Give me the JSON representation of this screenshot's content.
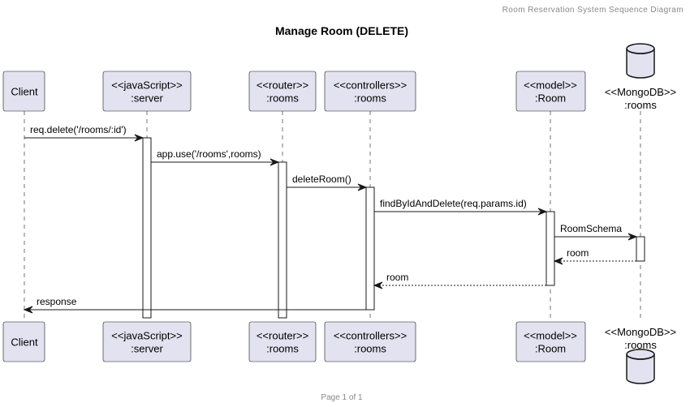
{
  "header": "Room Reservation System Sequence Diagram",
  "title": "Manage Room (DELETE)",
  "footer": "Page 1 of 1",
  "colors": {
    "participant_fill": "#e2e2f0",
    "participant_stroke": "#181818",
    "lifeline": "#181818",
    "text": "#000000",
    "header_text": "#888888"
  },
  "participants": [
    {
      "id": "client",
      "kind": "participant",
      "lines": [
        "Client"
      ]
    },
    {
      "id": "server",
      "kind": "participant",
      "lines": [
        "<<javaScript>>",
        ":server"
      ]
    },
    {
      "id": "router",
      "kind": "participant",
      "lines": [
        "<<router>>",
        ":rooms"
      ]
    },
    {
      "id": "controller",
      "kind": "participant",
      "lines": [
        "<<controllers>>",
        ":rooms"
      ]
    },
    {
      "id": "model",
      "kind": "participant",
      "lines": [
        "<<model>>",
        ":Room"
      ]
    },
    {
      "id": "db",
      "kind": "database",
      "lines": [
        "<<MongoDB>>",
        ":rooms"
      ]
    }
  ],
  "messages": [
    {
      "from": "client",
      "to": "server",
      "label": "req.delete('/rooms/:id')",
      "style": "solid"
    },
    {
      "from": "server",
      "to": "router",
      "label": "app.use('/rooms',rooms)",
      "style": "solid"
    },
    {
      "from": "router",
      "to": "controller",
      "label": "deleteRoom()",
      "style": "solid"
    },
    {
      "from": "controller",
      "to": "model",
      "label": "findByIdAndDelete(req.params.id)",
      "style": "solid"
    },
    {
      "from": "model",
      "to": "db",
      "label": "RoomSchema",
      "style": "solid"
    },
    {
      "from": "db",
      "to": "model",
      "label": "room",
      "style": "dashed"
    },
    {
      "from": "model",
      "to": "controller",
      "label": "room",
      "style": "dashed"
    },
    {
      "from": "controller",
      "to": "client",
      "label": "response",
      "style": "solid"
    }
  ]
}
